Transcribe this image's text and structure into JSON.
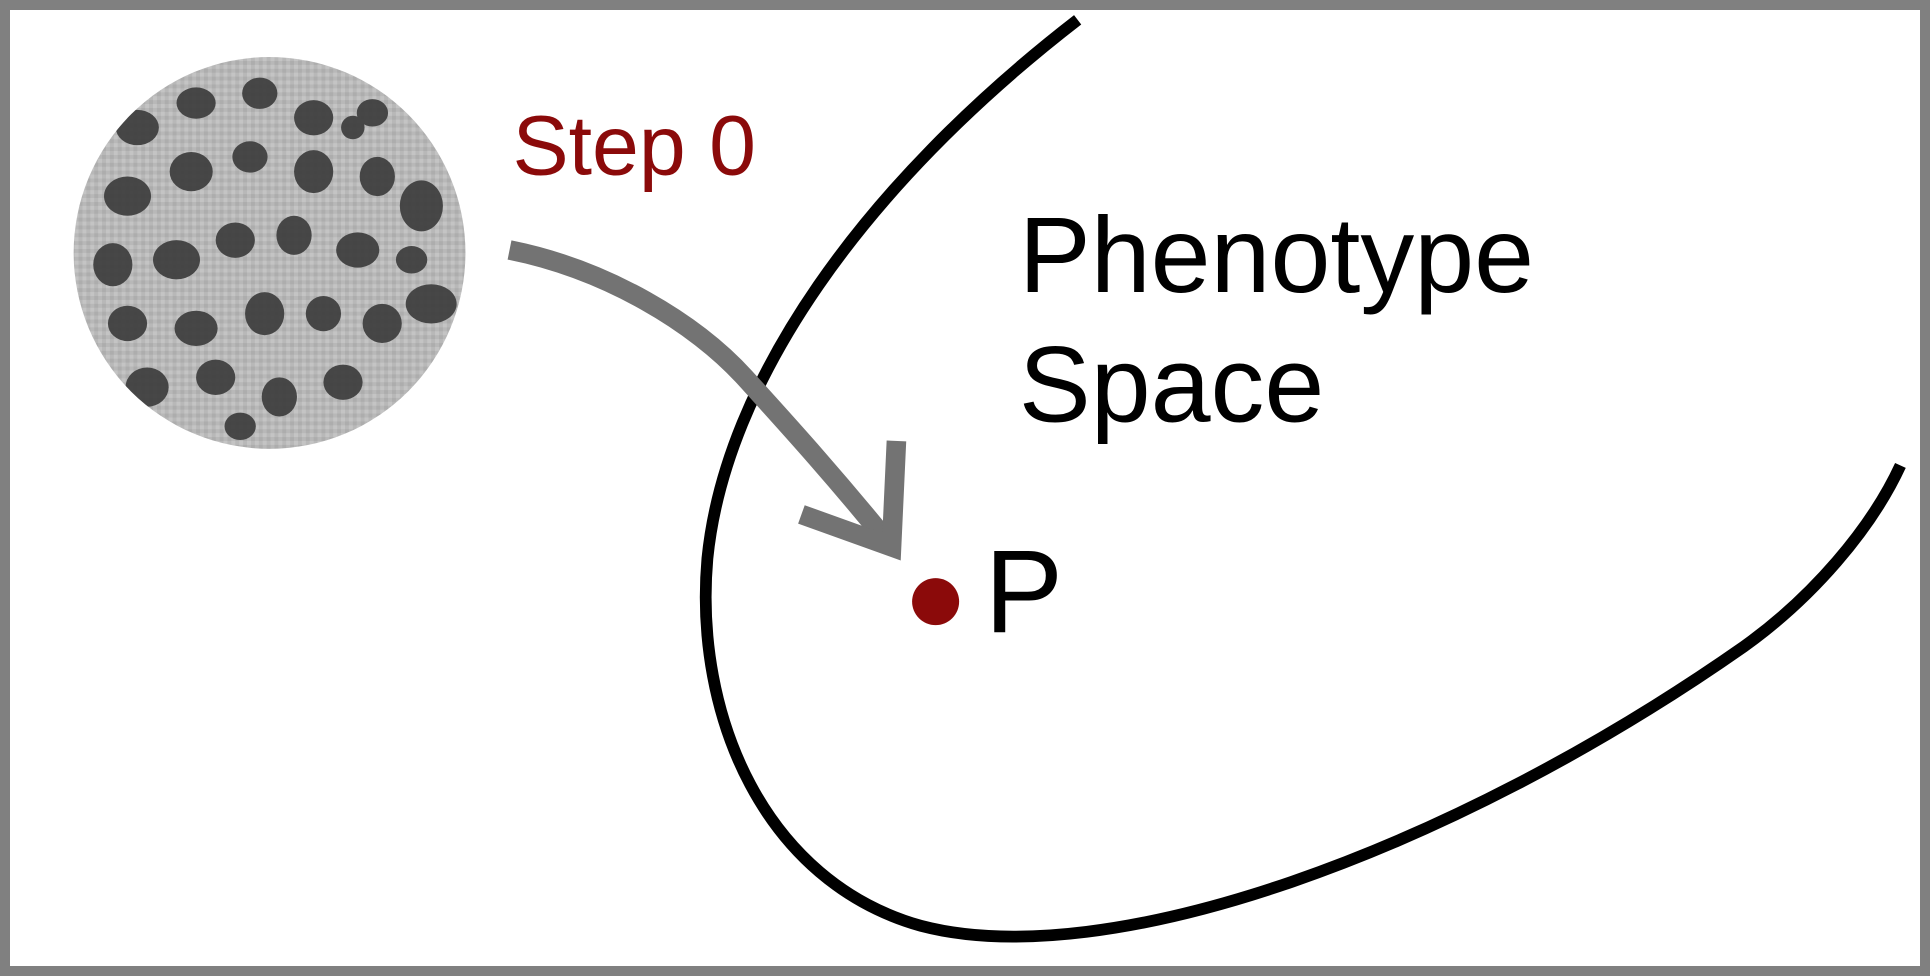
{
  "diagram": {
    "step_label": "Step 0",
    "space_label_line1": "Phenotype",
    "space_label_line2": "Space",
    "point_label": "P"
  },
  "colors": {
    "frame": "#808080",
    "boundary": "#000000",
    "arrow": "#737373",
    "accent": "#8b0a0a",
    "text": "#000000",
    "pattern_background": "#bdbdbd",
    "pattern_spots": "#3a3a3a"
  },
  "icons": {
    "pattern_disc": "spotted-pattern-image",
    "arrow": "curved-arrow-icon",
    "point": "point-marker-icon"
  }
}
